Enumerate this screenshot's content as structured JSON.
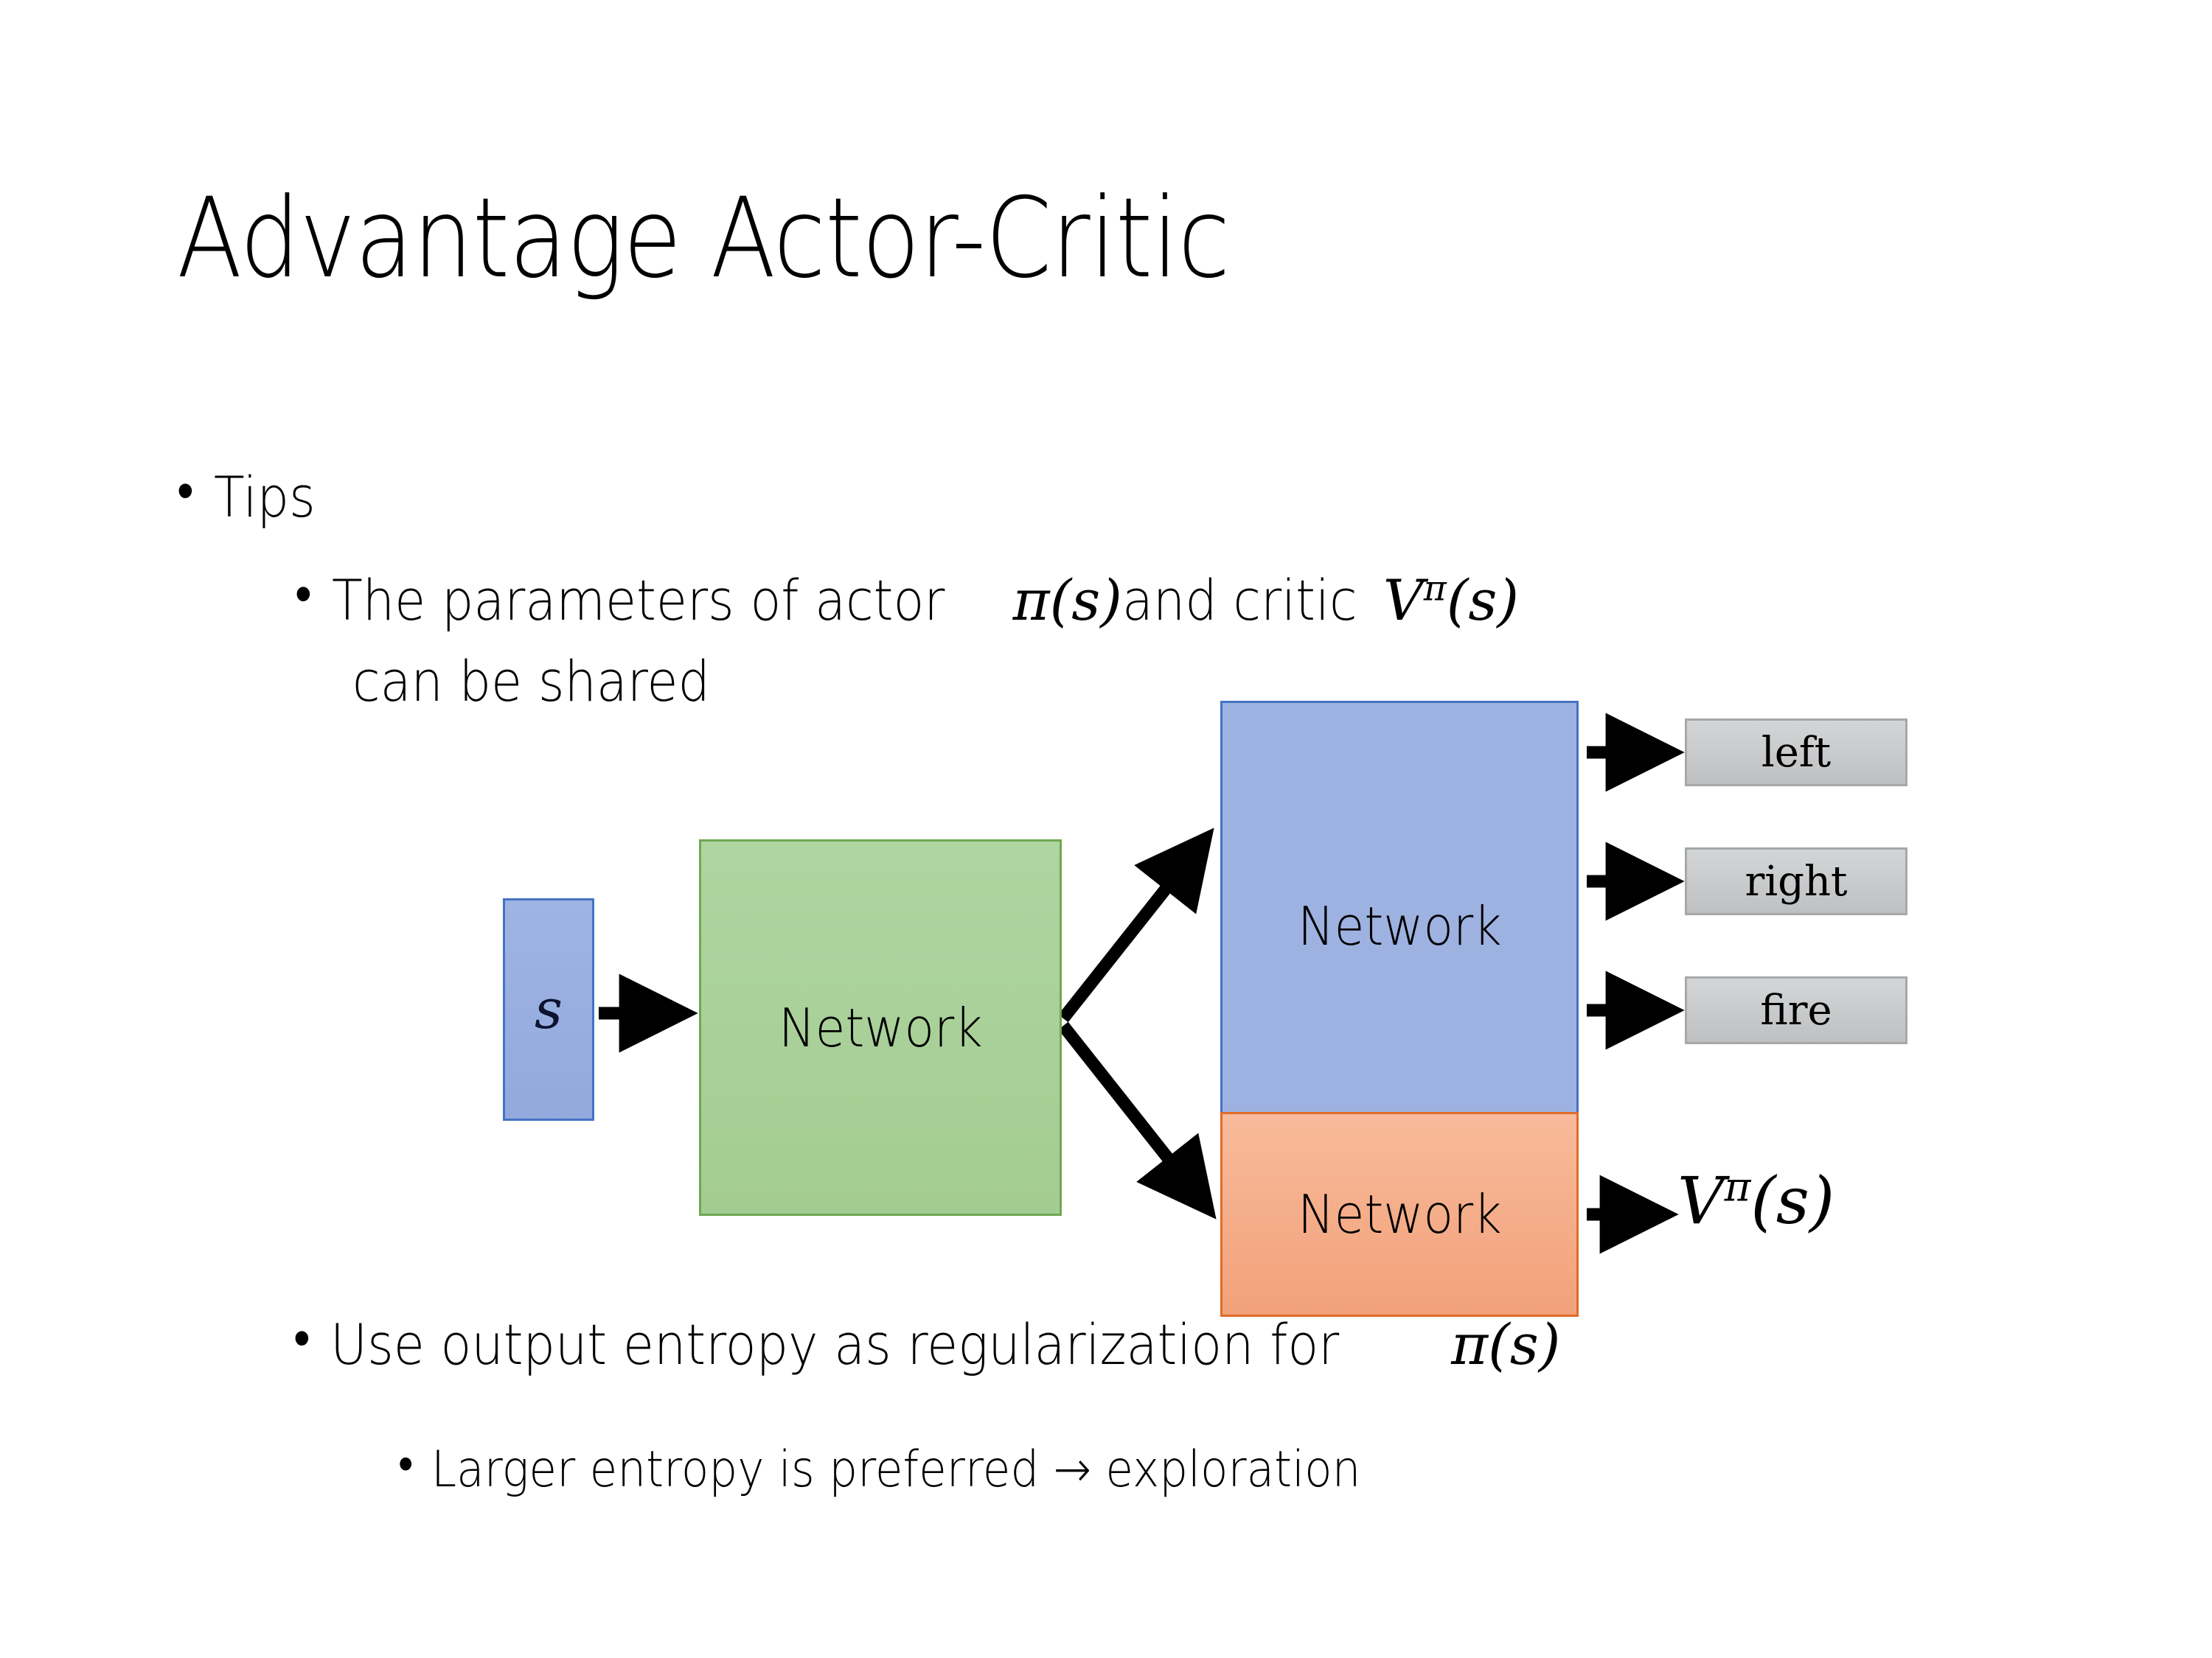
{
  "slide": {
    "title": "Advantage Actor-Critic",
    "background_color": "#FFFFFF"
  },
  "bullets": [
    {
      "level": 1,
      "dot": "•",
      "text": "Tips"
    },
    {
      "level": 2,
      "dot": "•",
      "text_before": "The parameters of actor ",
      "math1": "π(s)",
      "text_mid": "  and critic ",
      "math2_base": "V",
      "math2_sup": "π",
      "math2_arg": "(s)"
    },
    {
      "level": 2,
      "dot": "",
      "text": "can be shared"
    },
    {
      "level": 2,
      "dot": "•",
      "text_before": "Use output entropy as regularization for ",
      "math1": "π(s)"
    },
    {
      "level": 3,
      "dot": "•",
      "text": "Larger entropy is preferred → exploration"
    }
  ],
  "diagram": {
    "input_box": {
      "label": "s",
      "fill": "#98AEE0",
      "border": "#4573C4"
    },
    "shared_network": {
      "label": "Network",
      "fill": "#A8D098",
      "border": "#6FA851"
    },
    "actor_network": {
      "label": "Network",
      "fill": "#9DB2E0",
      "border": "#4573C4"
    },
    "critic_network": {
      "label": "Network",
      "fill": "#F5AE8A",
      "border": "#E06C28"
    },
    "actions": [
      {
        "label": "left",
        "fill": "#C8CACC",
        "border": "#A6A8AA"
      },
      {
        "label": "right",
        "fill": "#C8CACC",
        "border": "#A6A8AA"
      },
      {
        "label": "fire",
        "fill": "#C8CACC",
        "border": "#A6A8AA"
      }
    ],
    "value_output": {
      "base": "V",
      "sup": "π",
      "arg": "(s)"
    },
    "arrow_color": "#000000"
  }
}
